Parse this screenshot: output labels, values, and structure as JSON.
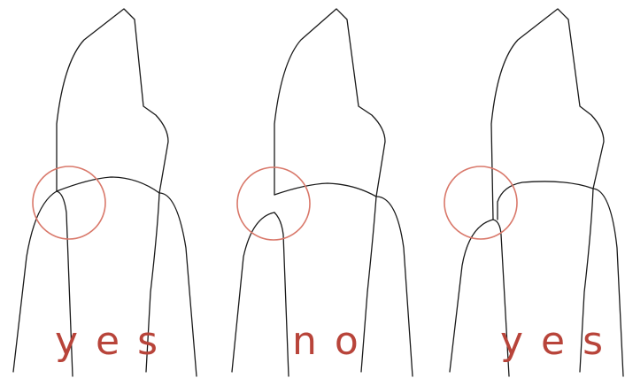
{
  "panels": [
    {
      "verdict": "yes"
    },
    {
      "verdict": "no"
    },
    {
      "verdict": "yes"
    }
  ],
  "colors": {
    "outline": "#1a1a1a",
    "marker": "#d9786a",
    "verdict": "#b8443a",
    "background": "#ffffff"
  }
}
